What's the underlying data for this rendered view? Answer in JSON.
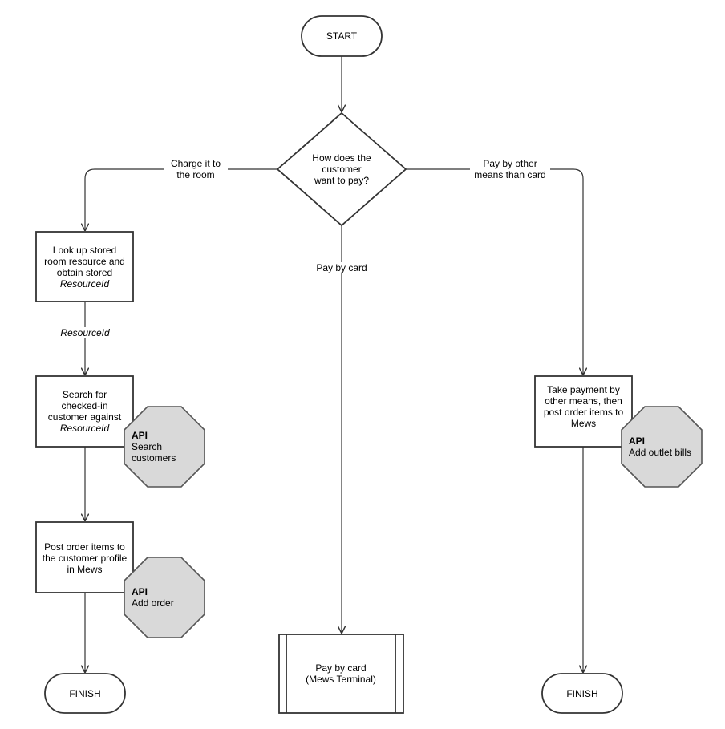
{
  "nodes": {
    "start": "START",
    "decision": [
      "How does the",
      "customer",
      "want to pay?"
    ],
    "lookup": [
      "Look up stored",
      "room resource and",
      "obtain stored"
    ],
    "lookup_italic": "ResourceId",
    "search": [
      "Search for",
      "checked-in",
      "customer against"
    ],
    "search_italic": "ResourceId",
    "post_order": [
      "Post order items to",
      "the customer profile",
      "in Mews"
    ],
    "take_payment": [
      "Take payment by",
      "other means, then",
      "post order items to",
      "Mews"
    ],
    "pay_card": [
      "Pay by card",
      "(Mews Terminal)"
    ],
    "finish_left": "FINISH",
    "finish_right": "FINISH"
  },
  "api_badges": {
    "search": {
      "title": "API",
      "text": [
        "Search",
        "customers"
      ]
    },
    "order": {
      "title": "API",
      "text": [
        "Add order"
      ]
    },
    "outlet": {
      "title": "API",
      "text": [
        "Add outlet bills"
      ]
    }
  },
  "edge_labels": {
    "charge_room": [
      "Charge it to",
      "the room"
    ],
    "other_means": [
      "Pay by other",
      "means than card"
    ],
    "pay_card": "Pay by card",
    "resource_id": "ResourceId"
  },
  "colors": {
    "stroke": "#333333",
    "api_fill": "#d9d9d9"
  }
}
